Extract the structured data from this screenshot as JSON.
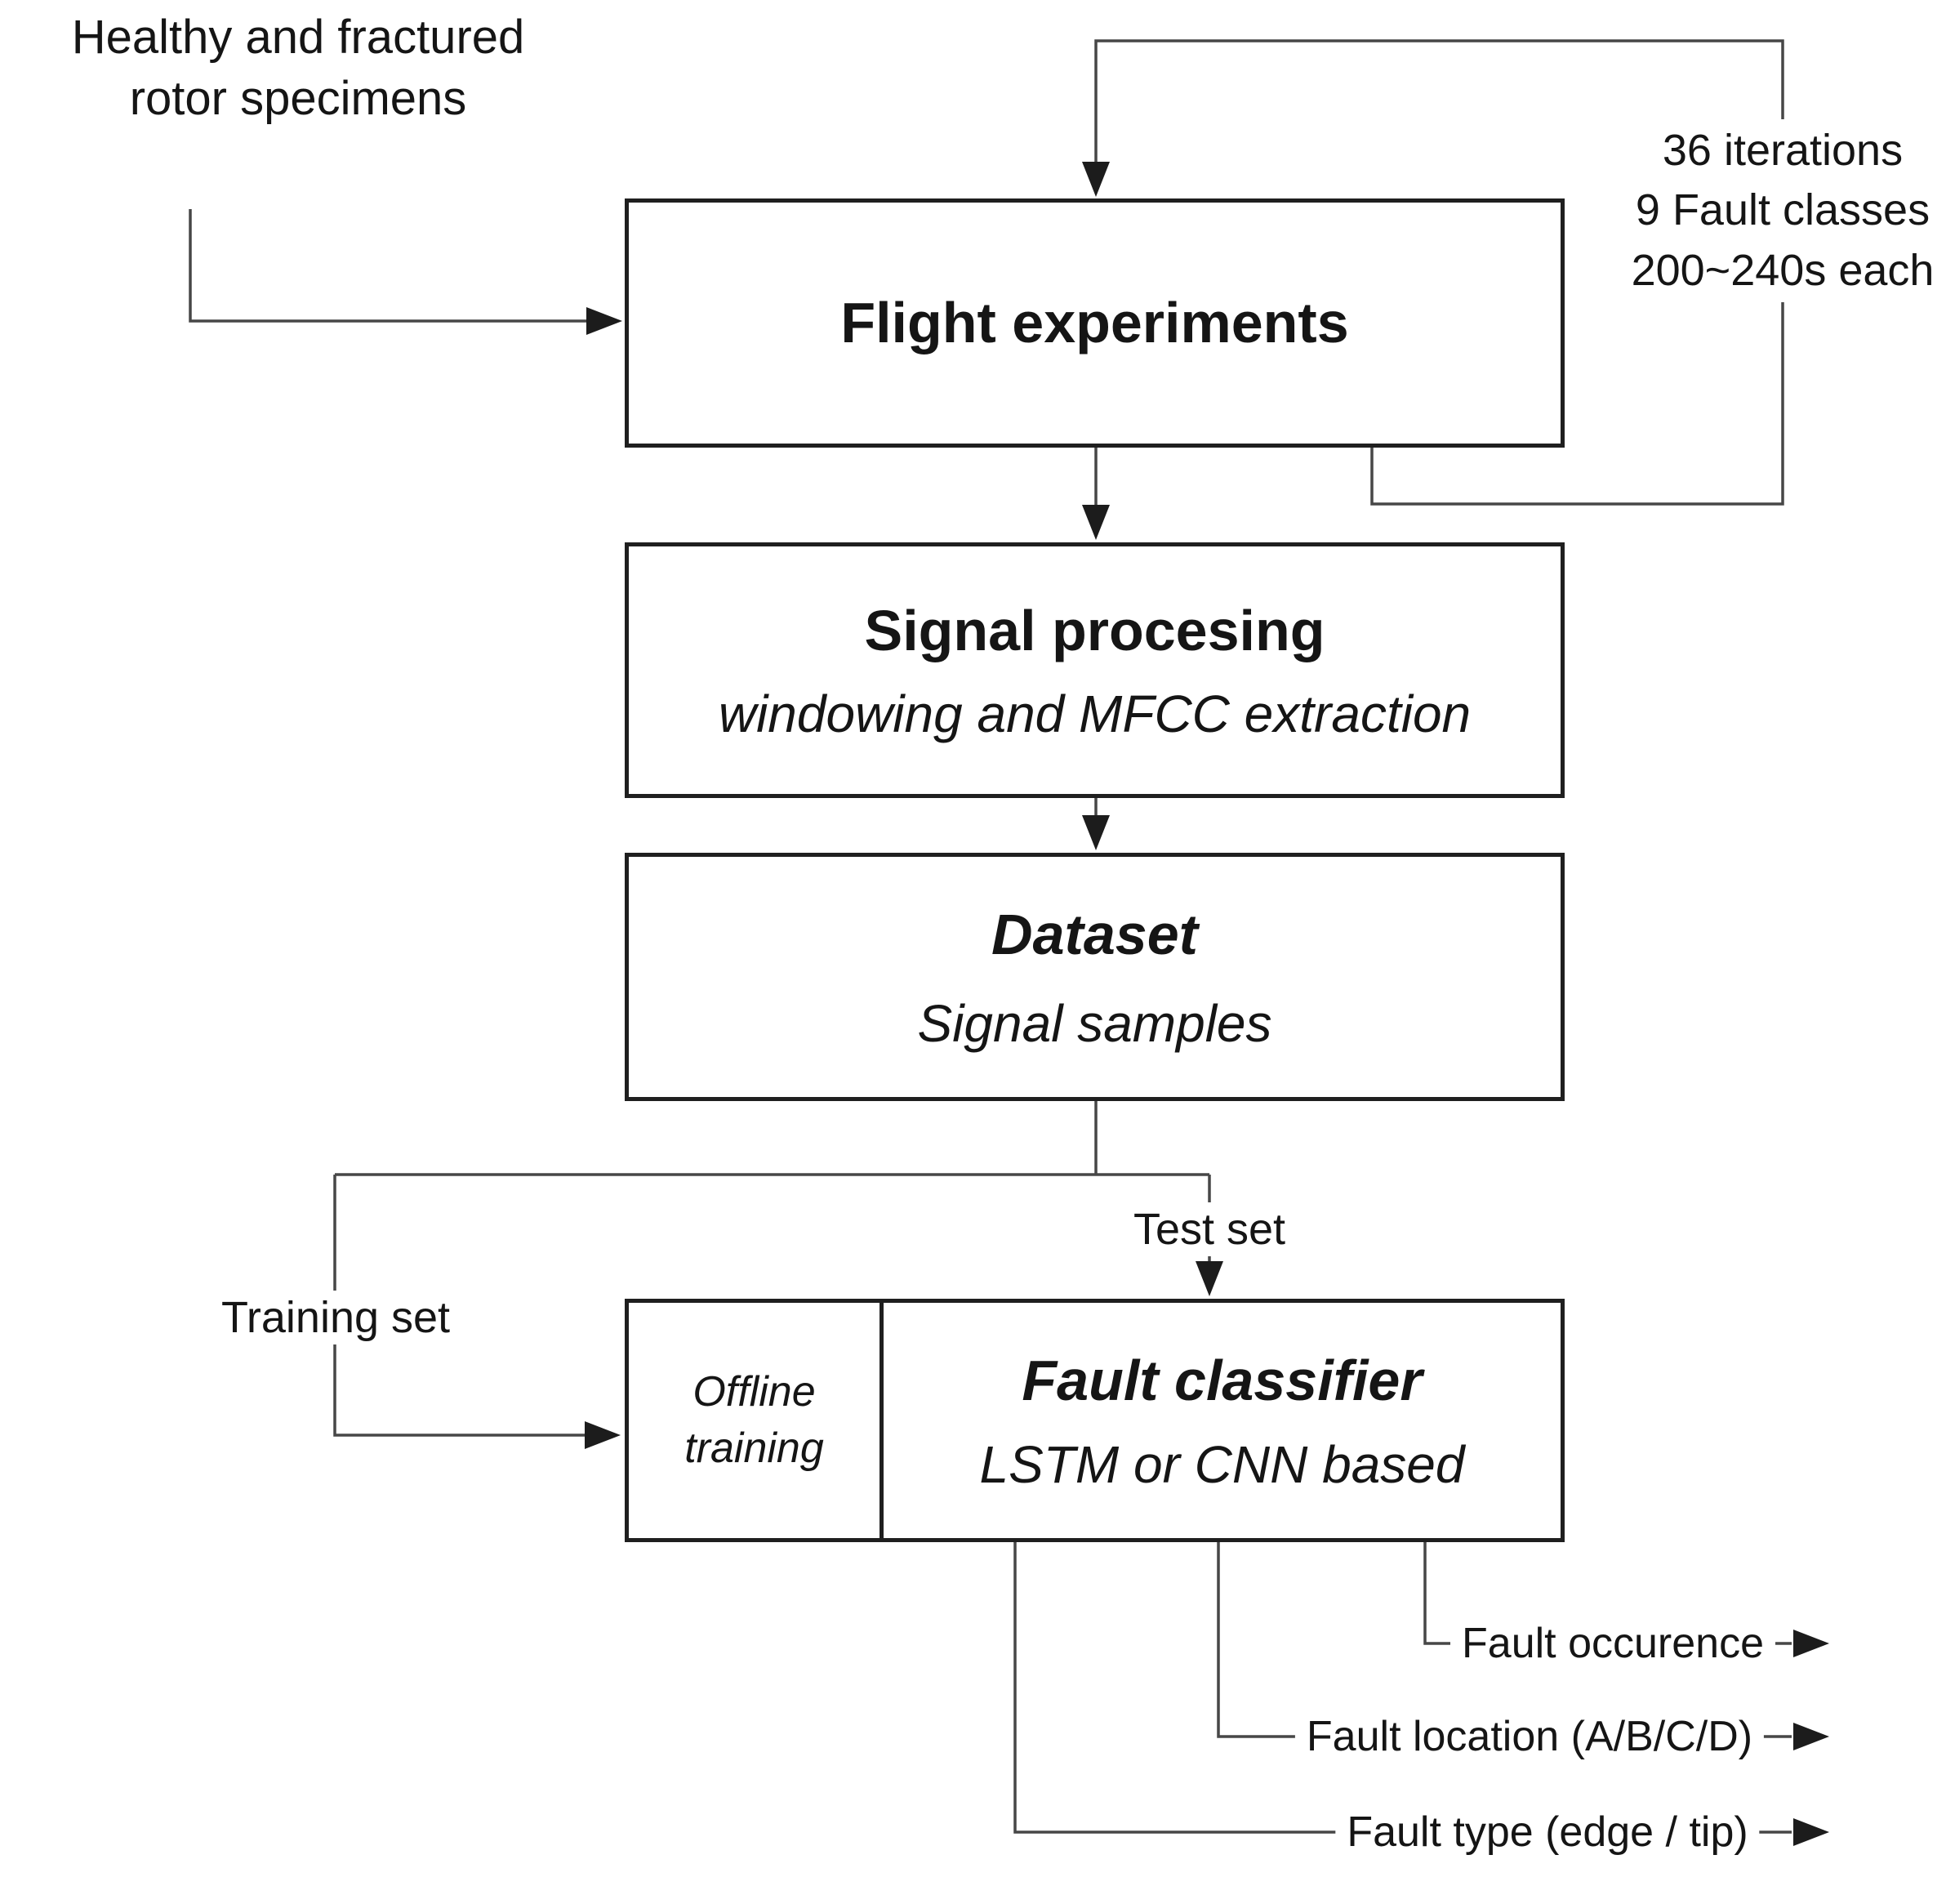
{
  "diagram": {
    "specimens_note": {
      "line1": "Healthy and fractured",
      "line2": "rotor specimens"
    },
    "experiment_note": {
      "line1": "36 iterations",
      "line2": "9 Fault classes",
      "line3": "200~240s each"
    },
    "flight_box": {
      "title": "Flight experiments"
    },
    "signal_box": {
      "title": "Signal procesing",
      "subtitle": "windowing and MFCC extraction"
    },
    "dataset_box": {
      "title": "Dataset",
      "subtitle": "Signal samples"
    },
    "classifier_box": {
      "offline_line1": "Offline",
      "offline_line2": "training",
      "title": "Fault classifier",
      "subtitle": "LSTM or CNN based"
    },
    "edges": {
      "test_set": "Test set",
      "training_set": "Training set"
    },
    "outputs": [
      {
        "label": "Fault occurence"
      },
      {
        "label": "Fault location (A/B/C/D)"
      },
      {
        "label": "Fault type (edge / tip)"
      }
    ]
  },
  "colors": {
    "background": "#ffffff",
    "text": "#151515",
    "box_border": "#1f1f1f",
    "connector": "#474747",
    "arrowhead": "#1c1c1c"
  }
}
